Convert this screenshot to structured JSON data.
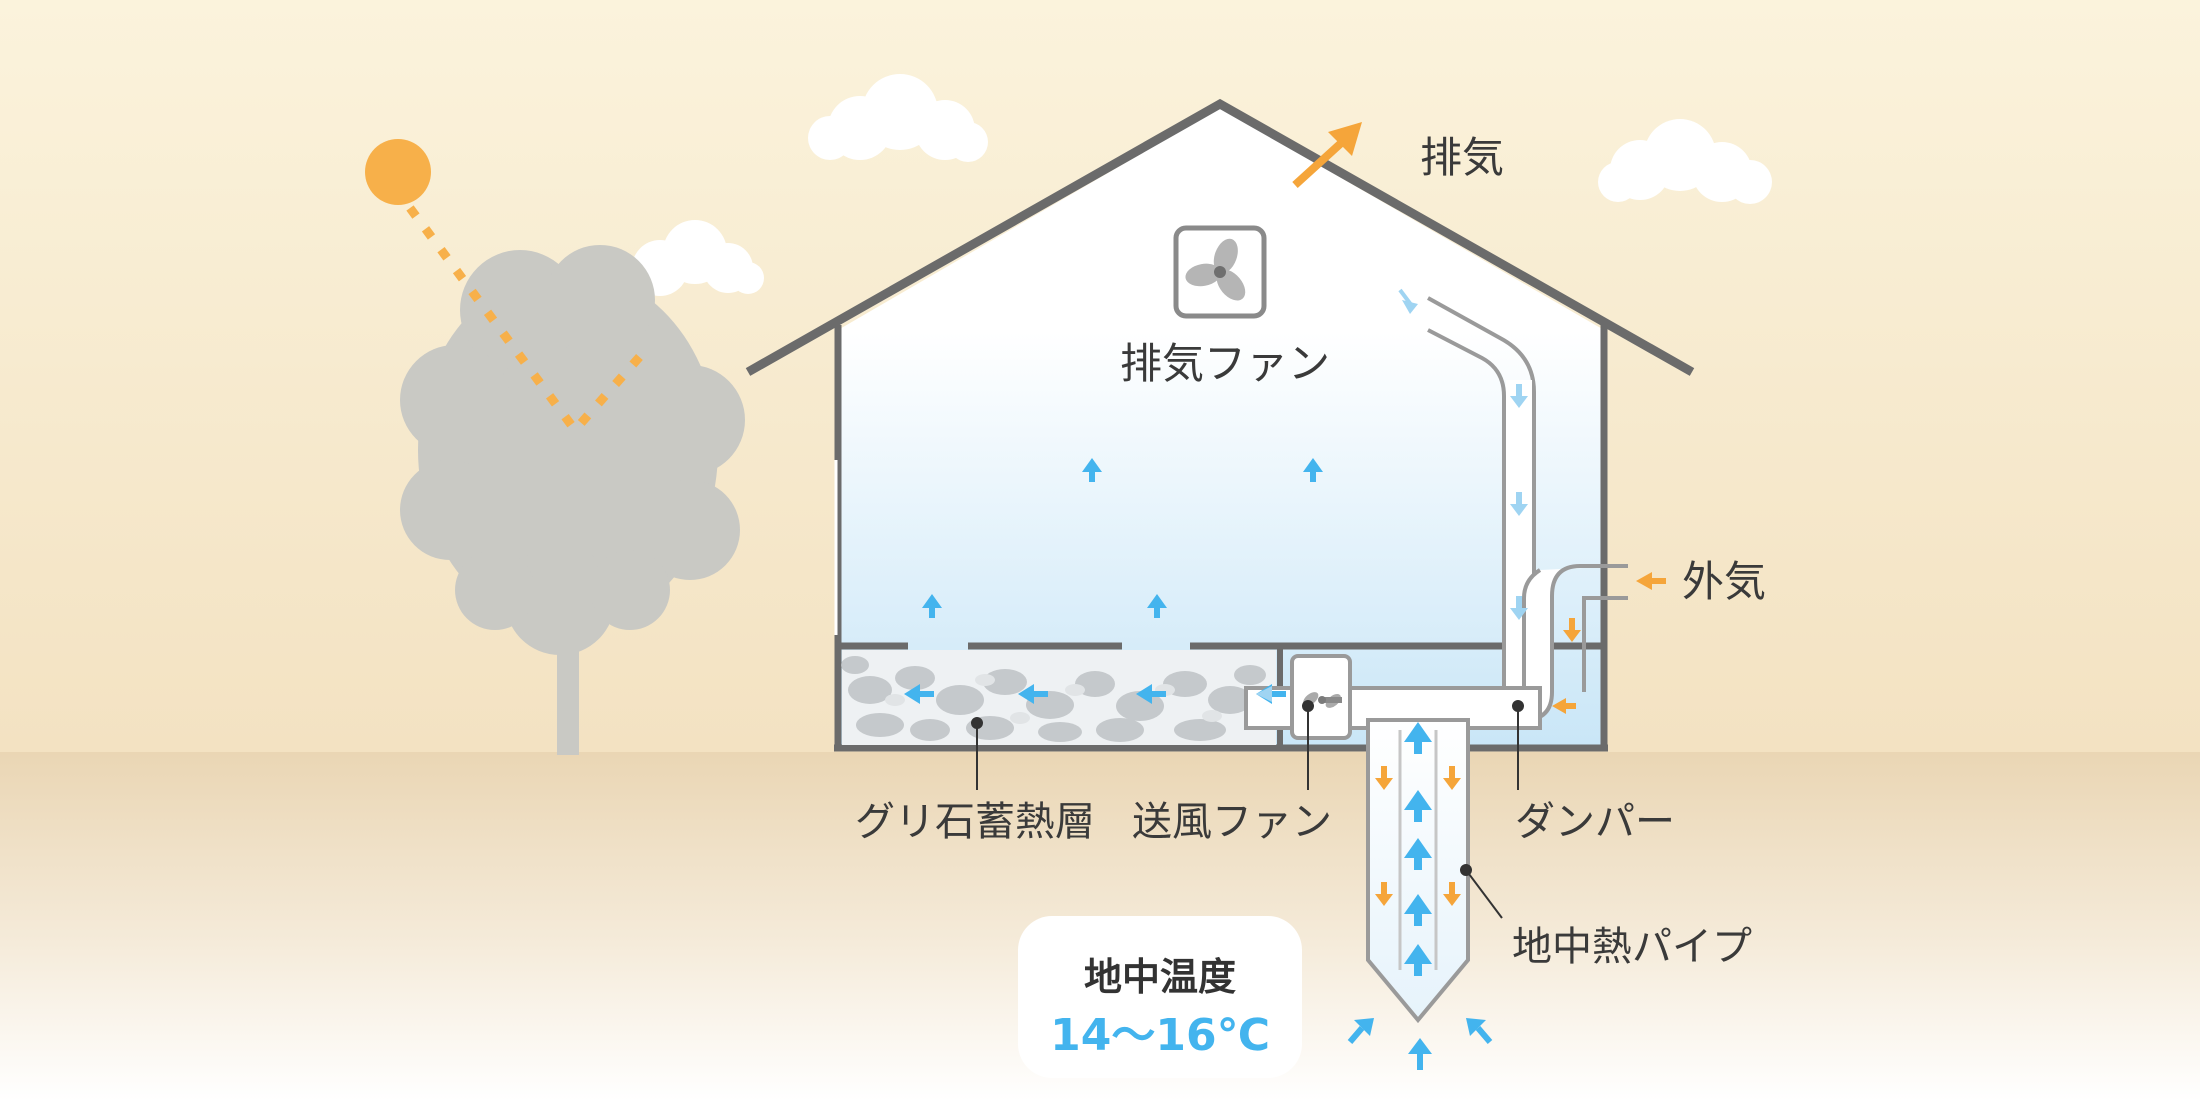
{
  "labels": {
    "exhaust": "排気",
    "exhaust_fan": "排気ファン",
    "outside_air": "外気",
    "gravel_layer": "グリ石蓄熱層",
    "blower_fan": "送風ファン",
    "damper": "ダンパー",
    "geothermal_pipe": "地中熱パイプ"
  },
  "ground_temperature": {
    "title": "地中温度",
    "value": "14～16℃"
  },
  "colors": {
    "cool_air": "#43b4ee",
    "warm_air": "#f5a53a",
    "sun": "#f7b04a",
    "house_outline": "#6b6b6b",
    "tree": "#c9c9c4",
    "sky_top": "#fbf3dc",
    "ground": "#ead6b4"
  }
}
